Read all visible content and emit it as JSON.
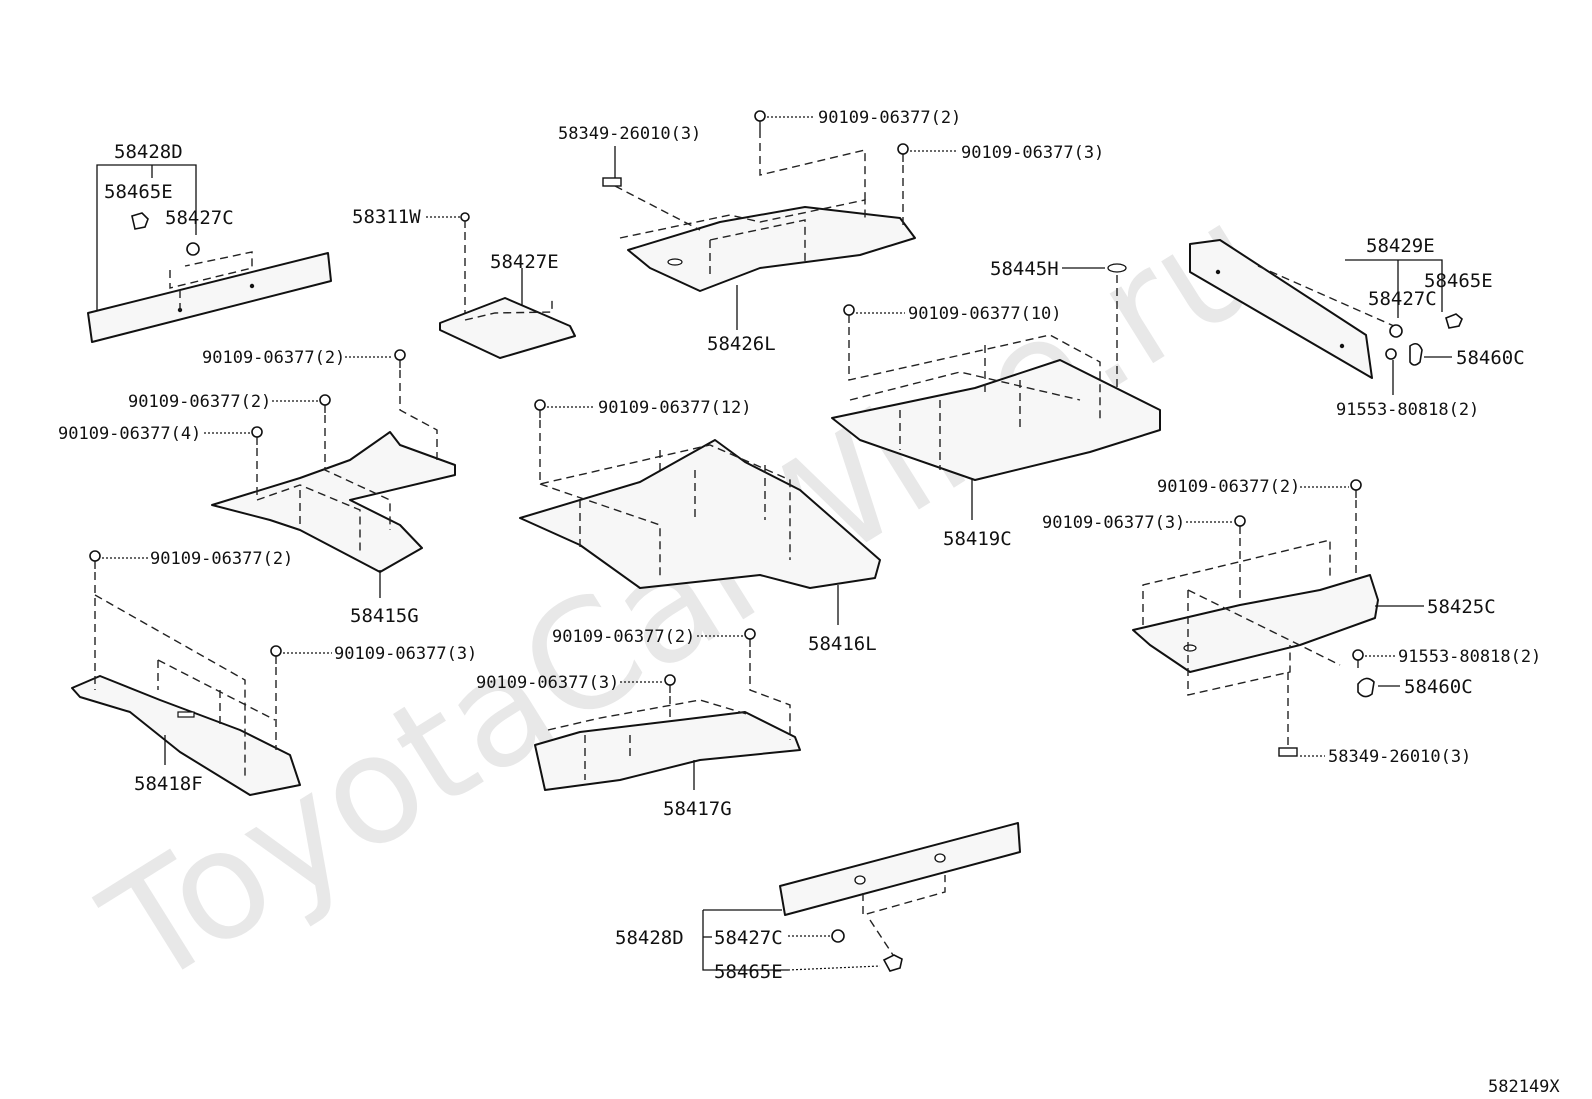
{
  "watermark": "ToyotaCarWine.ru",
  "diagram_id": "582149X",
  "labels": {
    "p58428D_top": "58428D",
    "p58465E_top": "58465E",
    "p58427C_top": "58427C",
    "p58311W": "58311W",
    "p58427E": "58427E",
    "p58349_top": "58349-26010(3)",
    "b_top_2": "90109-06377(2)",
    "b_top_3": "90109-06377(3)",
    "p58426L": "58426L",
    "p58445H": "58445H",
    "b_10": "90109-06377(10)",
    "p58429E": "58429E",
    "p58465E_right": "58465E",
    "p58427C_right": "58427C",
    "p58460C_right": "58460C",
    "c91553_top": "91553-80818(2)",
    "b_left_2a": "90109-06377(2)",
    "b_left_2b": "90109-06377(2)",
    "b_left_4": "90109-06377(4)",
    "b_12": "90109-06377(12)",
    "p58419C": "58419C",
    "p58415G": "58415G",
    "b_right_2": "90109-06377(2)",
    "b_right_3": "90109-06377(3)",
    "p58425C": "58425C",
    "b_lowleft_2": "90109-06377(2)",
    "b_lowleft_3": "90109-06377(3)",
    "p58416L": "58416L",
    "b_mid_2": "90109-06377(2)",
    "b_mid_3": "90109-06377(3)",
    "c91553_low": "91553-80818(2)",
    "p58460C_low": "58460C",
    "p58418F": "58418F",
    "p58417G": "58417G",
    "p58349_low": "58349-26010(3)",
    "p58428D_bot": "58428D",
    "p58427C_bot": "58427C",
    "p58465E_bot": "58465E"
  }
}
